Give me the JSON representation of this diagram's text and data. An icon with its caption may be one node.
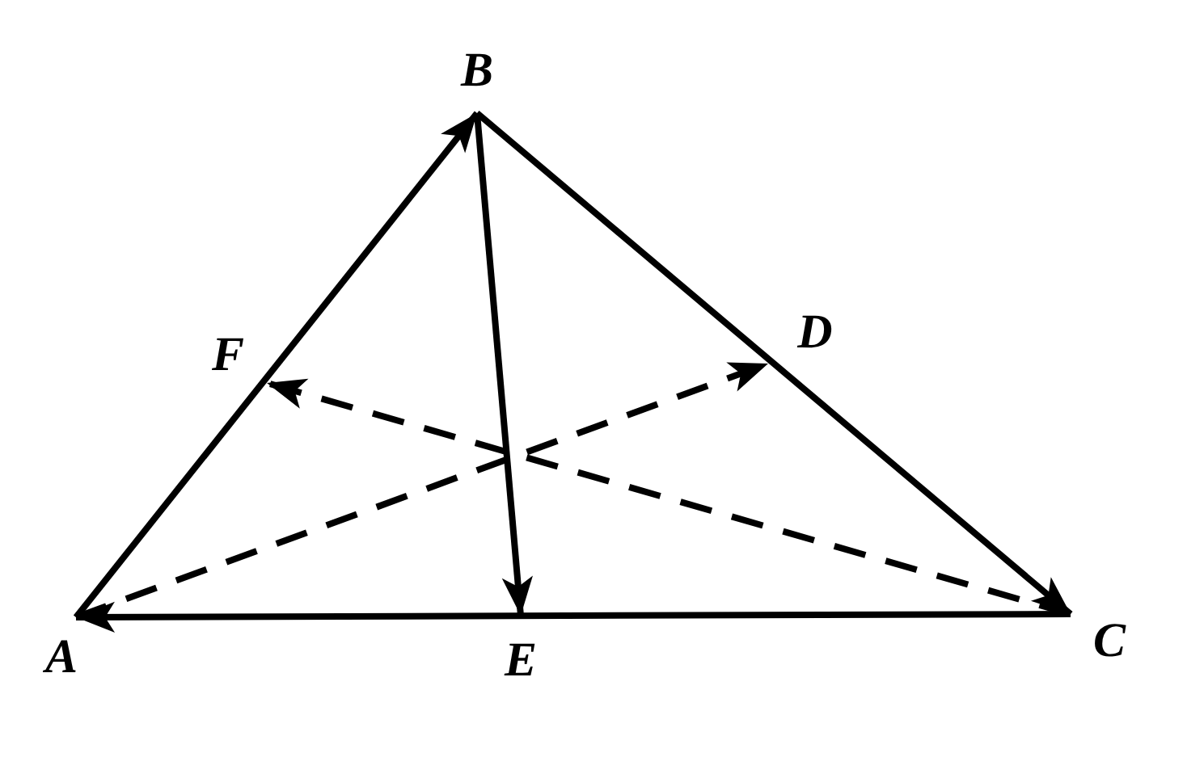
{
  "diagram": {
    "nodes": [
      {
        "text": [
          "A"
        ]
      },
      {
        "text": [
          "B"
        ]
      },
      {
        "text": [
          "C"
        ]
      },
      {
        "text": [
          "D"
        ]
      },
      {
        "text": [
          "E"
        ]
      },
      {
        "text": [
          "F"
        ]
      }
    ],
    "edges": [
      {
        "from": 0,
        "to": 1,
        "arrow": "to"
      },
      {
        "from": 1,
        "to": 2,
        "arrow": "to"
      },
      {
        "from": 2,
        "to": 0,
        "arrow": "to"
      },
      {
        "from": 1,
        "to": 4,
        "arrow": "to"
      },
      {
        "from": 0,
        "to": 3,
        "arrow": "to",
        "style": "dashed"
      },
      {
        "from": 2,
        "to": 5,
        "arrow": "to",
        "style": "dashed"
      }
    ]
  }
}
